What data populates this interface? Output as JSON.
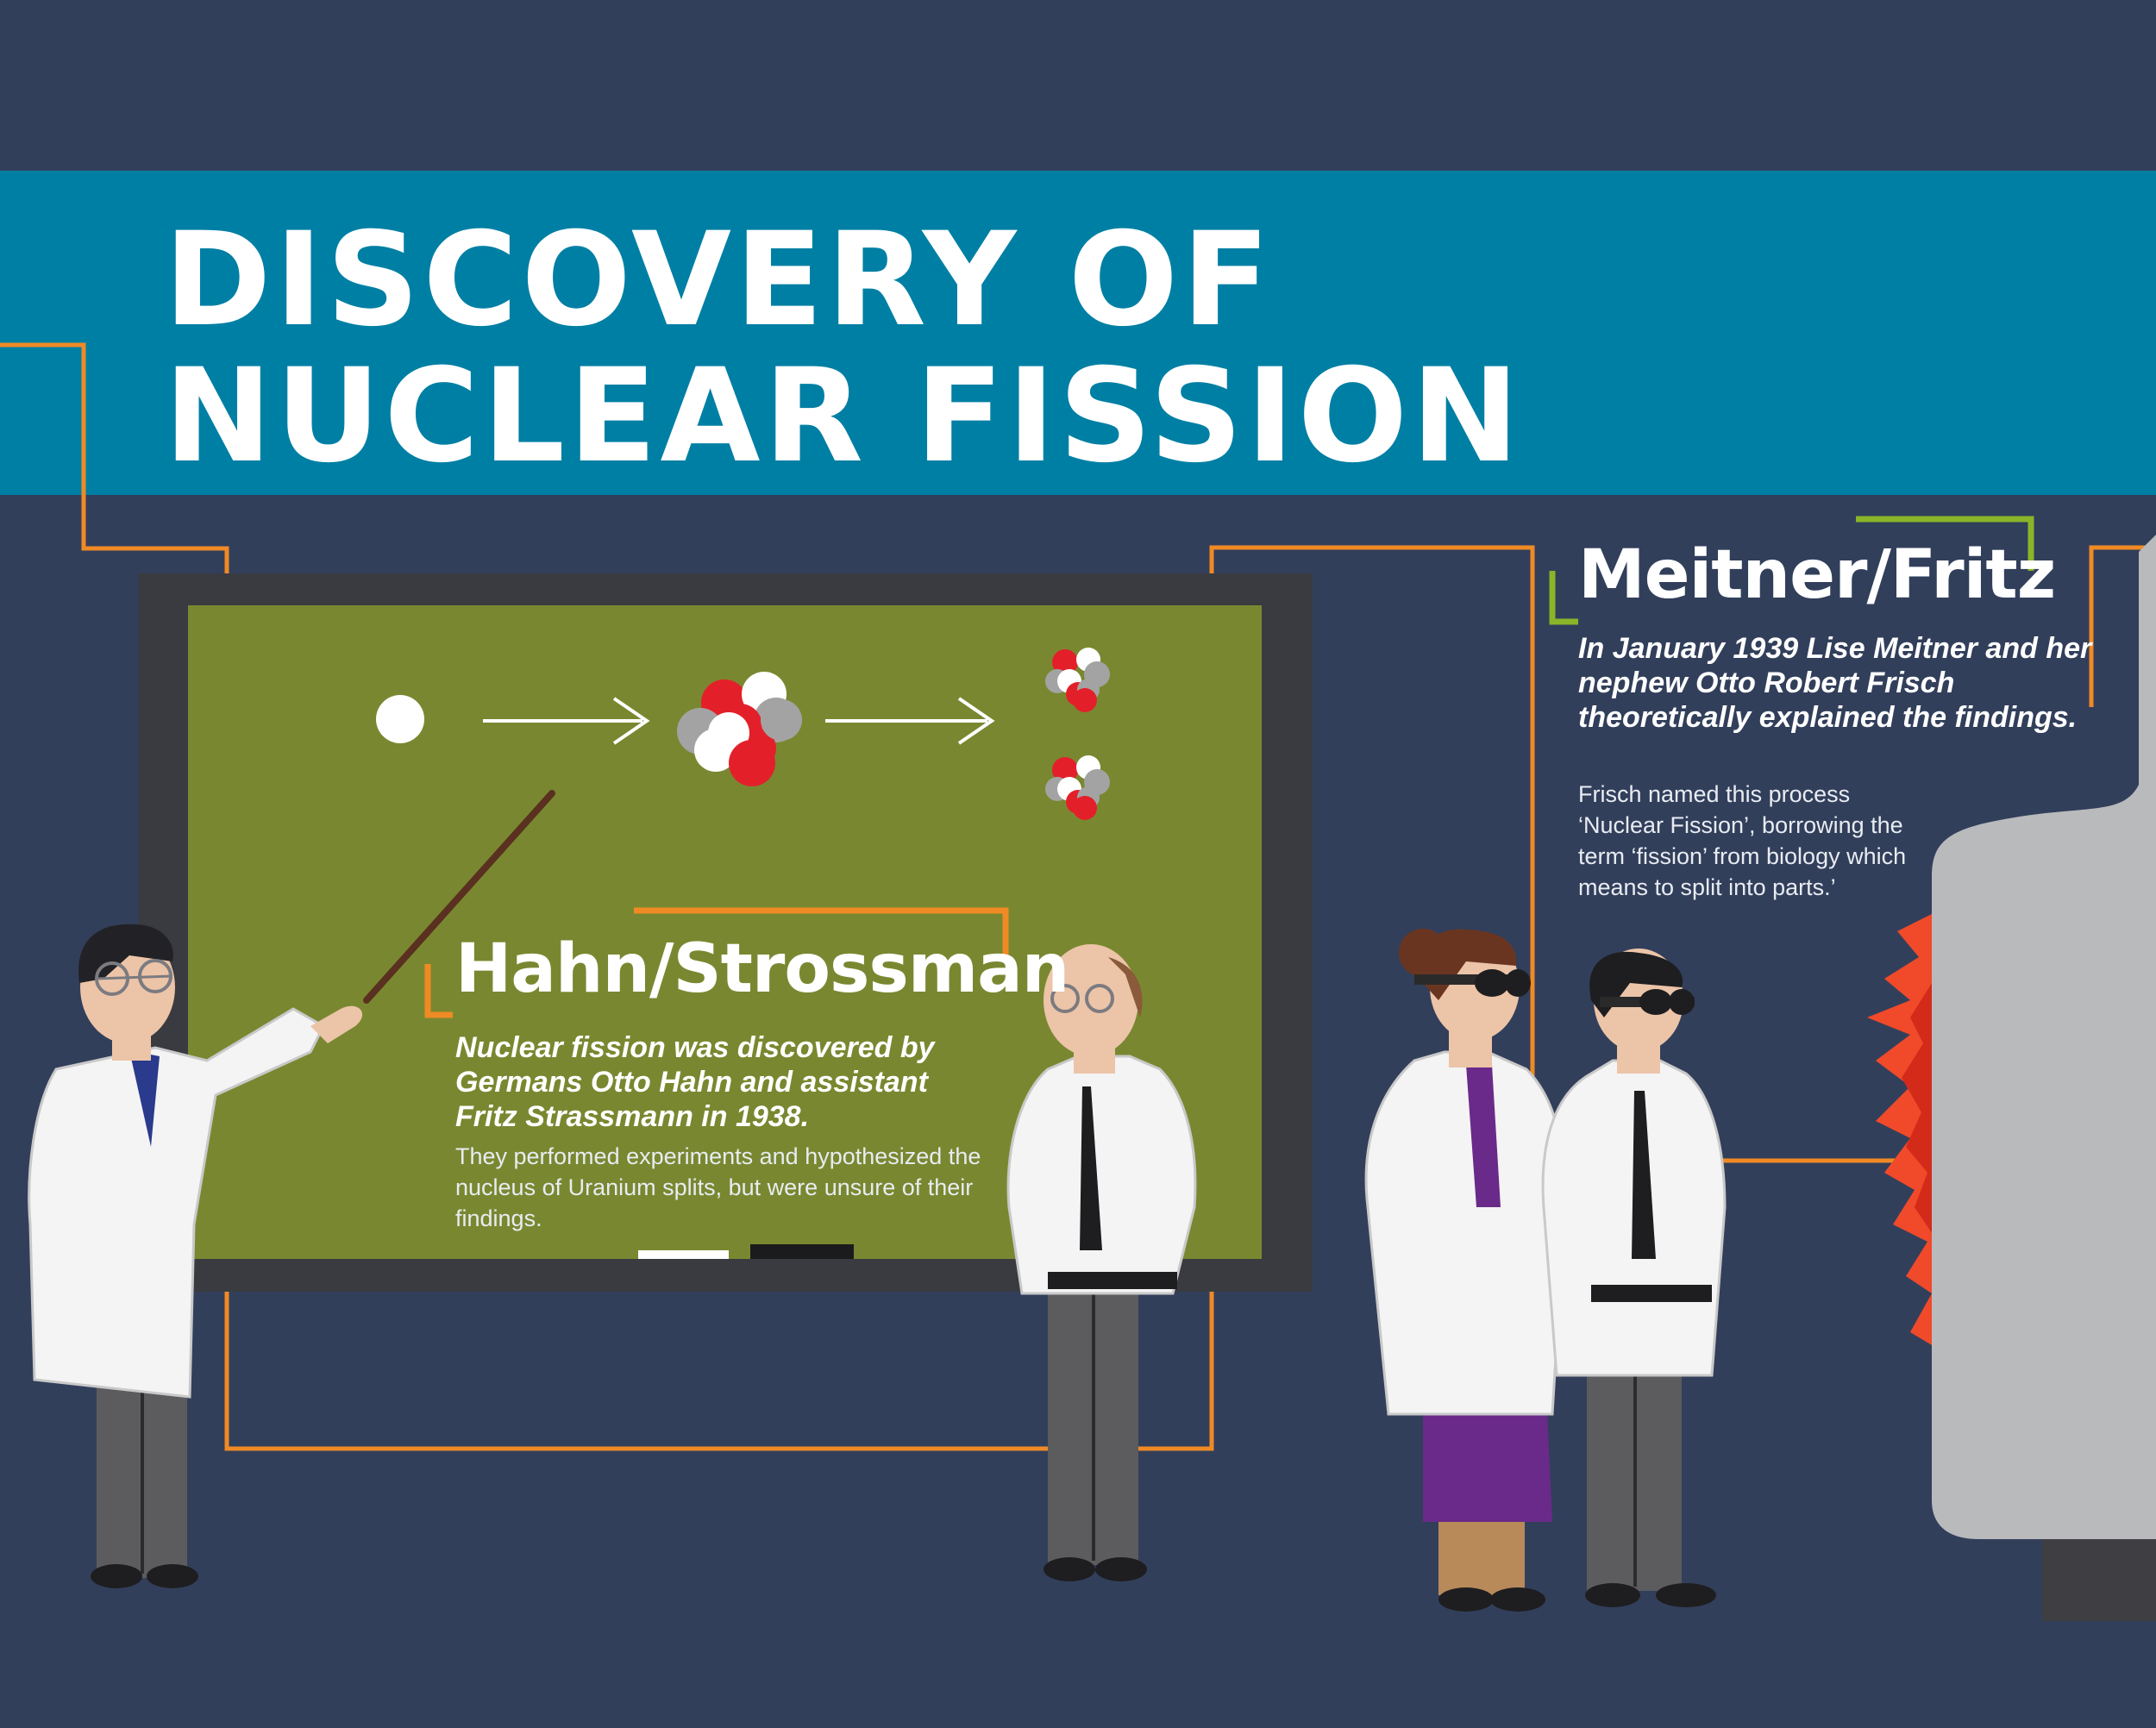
{
  "title": {
    "line1": "DISCOVERY OF",
    "line2": "NUCLEAR FISSION"
  },
  "hahn_strossman": {
    "heading": "Hahn/Strossman",
    "lead": "Nuclear fission was discovered by Germans Otto Hahn and assistant Fritz Strassmann in 1938.",
    "body": "They performed experiments and hypothesized the nucleus of Uranium splits, but were unsure of their findings."
  },
  "meitner_fritz": {
    "heading": "Meitner/Fritz",
    "lead": "In January 1939 Lise Meitner and her nephew Otto Robert Frisch theoretically explained the findings.",
    "body": "Frisch named this process ‘Nuclear Fission’, borrowing the term ‘fission’ from biology which means  to split into parts.’"
  },
  "colors": {
    "background": "#323f5b",
    "title_band": "#007fa4",
    "board": "#798830",
    "board_frame": "#3a3b40",
    "orange_accent": "#f08a24",
    "green_accent": "#8ab528",
    "nucleon_red": "#e3202a",
    "nucleon_gray": "#a3a3a3"
  }
}
